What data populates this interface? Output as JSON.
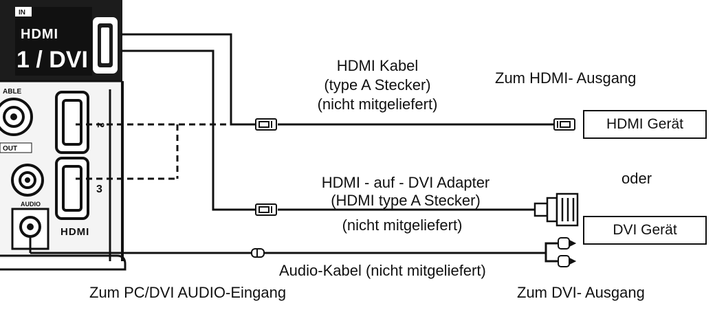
{
  "panel": {
    "in_label": "IN",
    "hdmi_logo": "HDMI",
    "port_label": "1 / DVI",
    "cable_label_fragment": "ABLE",
    "out_label": "OUT",
    "audio_jack_label": "AUDIO",
    "port2_number": "2",
    "port3_number": "3",
    "bottom_logo": "HDMI"
  },
  "labels": {
    "hdmi_cable_line1": "HDMI Kabel",
    "hdmi_cable_line2": "(type A Stecker)",
    "hdmi_cable_line3": "(nicht mitgeliefert)",
    "to_hdmi_output": "Zum HDMI- Ausgang",
    "oder": "oder",
    "adapter_line1": "HDMI - auf - DVI Adapter",
    "adapter_line2": "(HDMI type A Stecker)",
    "adapter_line3": "(nicht mitgeliefert)",
    "audio_cable": "Audio-Kabel (nicht mitgeliefert)",
    "to_pc_audio_input": "Zum PC/DVI AUDIO-Eingang",
    "to_dvi_output": "Zum DVI- Ausgang"
  },
  "devices": {
    "hdmi_device": "HDMI Gerät",
    "dvi_device": "DVI Gerät"
  },
  "icons": {
    "hdmi_plug": "hdmi-plug-icon",
    "dvi_plug": "dvi-plug-icon",
    "rca_plug": "rca-plug-icon",
    "mini_jack": "mini-jack-plug-icon"
  }
}
